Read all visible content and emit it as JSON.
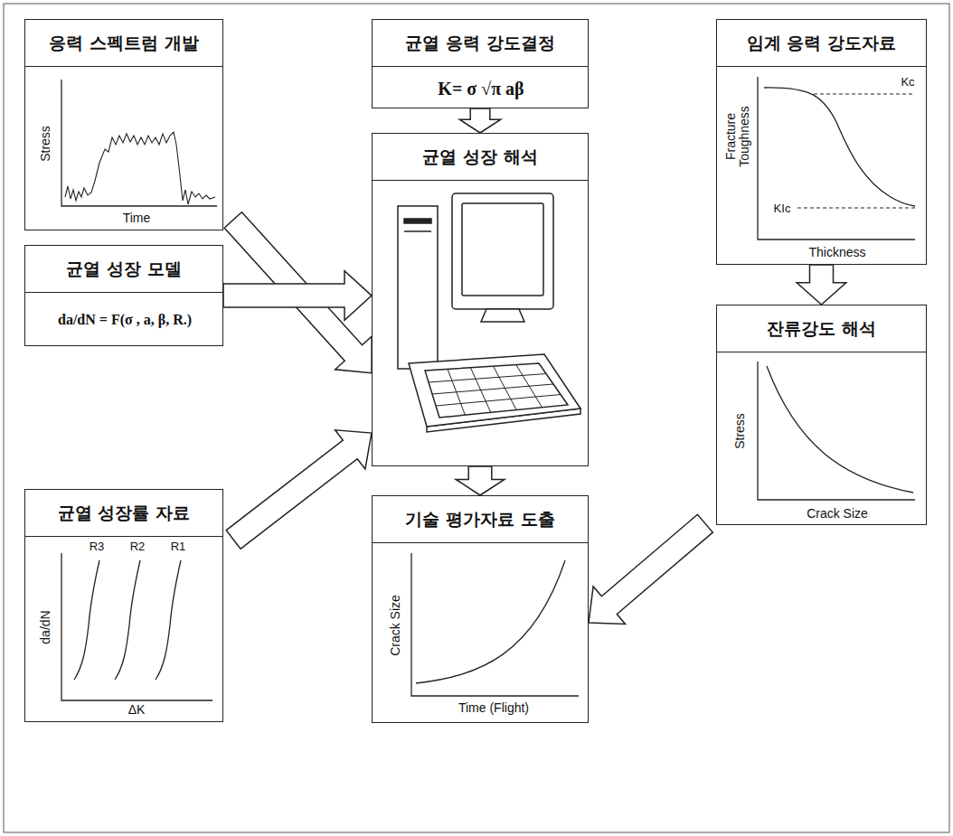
{
  "diagram": {
    "nodes": [
      {
        "text": [
          "응력 스펙트럼 개발",
          "Stress",
          "Time"
        ]
      },
      {
        "text": [
          "균열 응력 강도결정",
          "K= σ √π aβ"
        ]
      },
      {
        "text": [
          "임계 응력 강도자료",
          "Fracture Toughness",
          "Kc",
          "KIc",
          "Thickness"
        ]
      },
      {
        "text": [
          "균열 성장 해석"
        ]
      },
      {
        "text": [
          "균열 성장 모델",
          "da/dN = F(σ , a, β, R.)"
        ]
      },
      {
        "text": [
          "잔류강도 해석",
          "Stress",
          "Crack Size"
        ]
      },
      {
        "text": [
          "균열 성장률 자료",
          "R3",
          "R2",
          "R1",
          "da/dN",
          "ΔK"
        ]
      },
      {
        "text": [
          "기술 평가자료 도출",
          "Crack Size",
          "Time (Flight)"
        ]
      }
    ],
    "edges": [
      {
        "from": 0,
        "to": 3,
        "arrow": "to"
      },
      {
        "from": 1,
        "to": 3,
        "arrow": "to"
      },
      {
        "from": 4,
        "to": 3,
        "arrow": "to"
      },
      {
        "from": 6,
        "to": 3,
        "arrow": "to"
      },
      {
        "from": 2,
        "to": 5,
        "arrow": "to"
      },
      {
        "from": 3,
        "to": 7,
        "arrow": "to"
      },
      {
        "from": 5,
        "to": 7,
        "arrow": "to"
      }
    ]
  }
}
